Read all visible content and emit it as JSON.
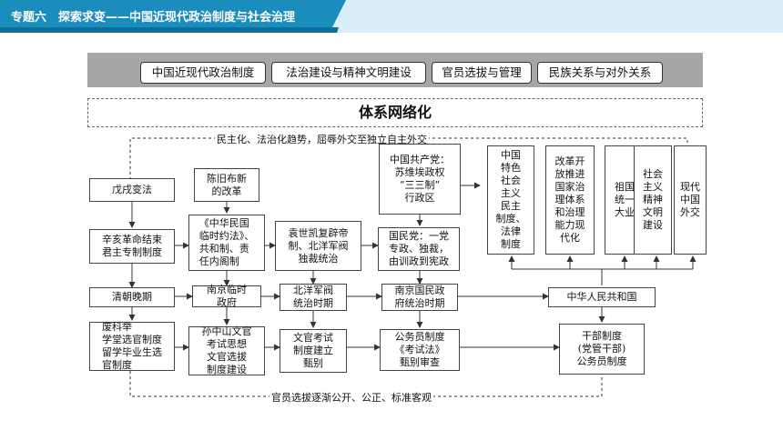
{
  "header": {
    "tab_label": "专题六　探索求变——中国近现代政治制度与社会治理"
  },
  "topics": [
    "中国近现代政治制度",
    "法治建设与精神文明建设",
    "官员选拔与管理",
    "民族关系与对外关系"
  ],
  "section_title": "体系网络化",
  "top_note": "民主化、法治化趋势，屈辱外交至独立自主外交",
  "bottom_note": "官员选拔逐渐公开、公正、标准客观",
  "nodes": {
    "wuxu": "戊戌变法",
    "chenjiu": "陈旧布新\n的改革",
    "xinhai": "辛亥革命结束\n君主专制制度",
    "yuefa": "《中华民国\n临时约法》、\n共和制、责\n任内阁制",
    "yuan": "袁世凯复辟帝\n制、北洋军阀\n独裁统治",
    "gmd": "国民党：一党\n专政、独裁，\n由训政到宪政",
    "ccp": "中国共产党：\n苏维埃政权\n“三三制”\n行政区",
    "qing": "清朝晚期",
    "nanjing_linshi": "南京临时\n政府",
    "beiyang": "北洋军阀\n统治时期",
    "nanjing_gmd": "南京国民政\n府统治时期",
    "prc": "中华人民共和国",
    "feikeju": "废科举\n学堂选官制度\n留学毕业生选\n官制度",
    "sun": "孙中山文官\n考试思想\n文官选拔\n制度建设",
    "wenguan": "文官考试\n制度建立\n甄别",
    "gongwuyuan": "公务员制度\n《考试法》\n甄别审查",
    "ganbu": "干部制度\n(党管干部)\n公务员制度",
    "v1": "中国\n特色\n社会\n主义\n民主\n制度、\n法律\n制度",
    "v2": "改革开\n放推进\n国家治\n理体系\n和治理\n能力现\n代化",
    "v3": "祖国\n统一\n大业",
    "v4": "社会\n主义\n精神\n文明\n建设",
    "v5": "现代\n中国\n外交"
  }
}
